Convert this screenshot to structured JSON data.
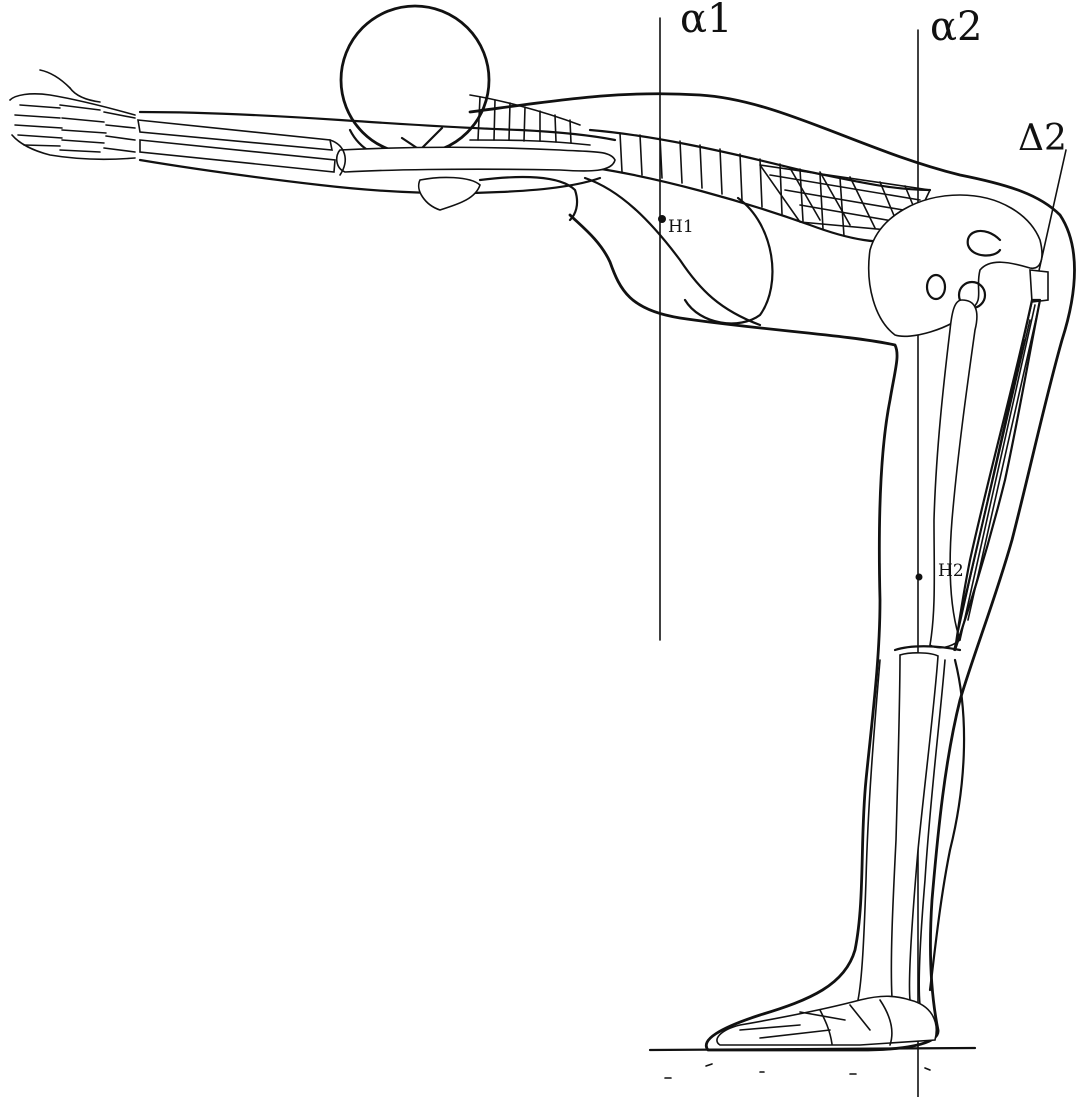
{
  "labels": {
    "alpha1": "α1",
    "alpha2": "α2",
    "delta2": "Δ2",
    "h1": "H1",
    "h2": "H2"
  },
  "colors": {
    "ink": "#111111",
    "background": "#ffffff"
  }
}
